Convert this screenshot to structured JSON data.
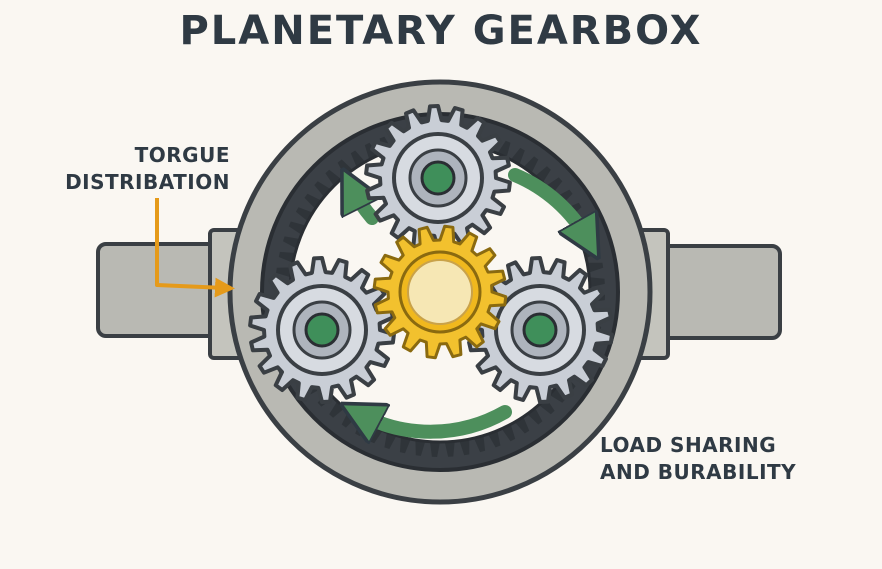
{
  "title": "PLANETARY GEARBOX",
  "labels": {
    "torque_line1": "TORGUE",
    "torque_line2": "DISTRIBATION",
    "load_line1": "LOAD SHARING",
    "load_line2": "AND BURABILITY"
  },
  "colors": {
    "housing": "#b9b9b3",
    "ring_gear": "#3b4046",
    "planet_gear": "#c9ced6",
    "sun_gear": "#f2c12e",
    "sun_center": "#f6e7b4",
    "hub_green": "#3f8f5a",
    "arrow_green": "#4d8f5c",
    "callout_orange": "#e59a1a",
    "text": "#2f3a44"
  },
  "icons": [
    "rotation-arrow-icon",
    "callout-arrow-icon"
  ]
}
